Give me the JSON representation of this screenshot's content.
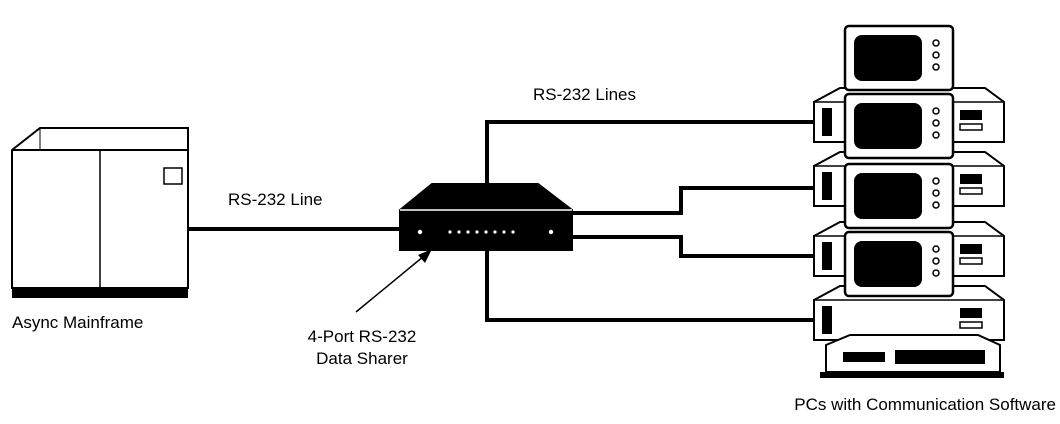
{
  "labels": {
    "mainframe": "Async Mainframe",
    "single_line": "RS-232 Line",
    "multi_lines": "RS-232 Lines",
    "sharer_line1": "4-Port RS-232",
    "sharer_line2": "Data Sharer",
    "pcs": "PCs with Communication Software"
  },
  "colors": {
    "ink": "#000000",
    "paper": "#ffffff"
  }
}
